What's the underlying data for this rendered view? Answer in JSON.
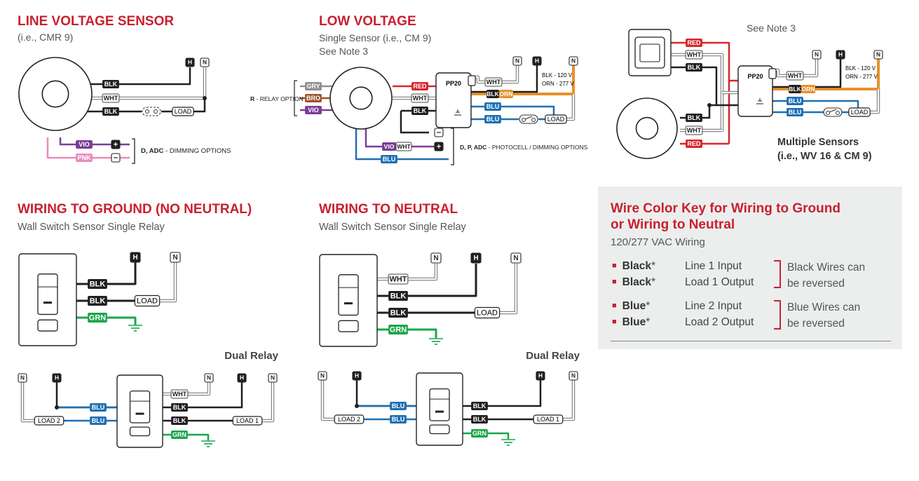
{
  "sections": {
    "line_voltage": {
      "title": "LINE VOLTAGE SENSOR",
      "subtitle": "(i.e., CMR 9)"
    },
    "low_voltage": {
      "title": "LOW VOLTAGE",
      "subtitle1": "Single Sensor (i.e., CM 9)",
      "subtitle2": "See Note 3"
    },
    "multiple": {
      "note": "See Note 3",
      "label1": "Multiple Sensors",
      "label2": "(i.e., WV 16 & CM 9)"
    },
    "ground": {
      "title": "WIRING TO GROUND (NO NEUTRAL)",
      "subtitle": "Wall Switch Sensor Single Relay",
      "dual": "Dual Relay"
    },
    "neutral": {
      "title": "WIRING TO NEUTRAL",
      "subtitle": "Wall Switch Sensor Single Relay",
      "dual": "Dual Relay"
    }
  },
  "labels": {
    "blk": "BLK",
    "wht": "WHT",
    "red": "RED",
    "blu": "BLU",
    "grn": "GRN",
    "vio": "VIO",
    "pnk": "PNK",
    "gry": "GRY",
    "bro": "BRO",
    "orn": "ORN",
    "load": "LOAD",
    "load1": "LOAD 1",
    "load2": "LOAD 2",
    "h": "H",
    "n": "N",
    "pp20": "PP20",
    "plus": "+",
    "minus": "−",
    "dimming_bold": "D, ADC",
    "dimming_rest": " - DIMMING OPTIONS",
    "photocell_bold": "D, P, ADC",
    "photocell_rest": " - PHOTOCELL / DIMMING OPTIONS",
    "relay_bold": "R",
    "relay_rest": " - RELAY OPTION",
    "blk120": "BLK - 120 V",
    "orn277": "ORN - 277 V"
  },
  "key": {
    "title_line1": "Wire Color Key for Wiring to Ground",
    "title_line2": "or Wiring to Neutral",
    "subtitle": "120/277 VAC Wiring",
    "groups": [
      {
        "rows": [
          {
            "color": "Black",
            "mark": "*",
            "desc": "Line 1 Input"
          },
          {
            "color": "Black",
            "mark": "*",
            "desc": "Load 1 Output"
          }
        ],
        "note_line1": "Black Wires can",
        "note_line2": "be reversed"
      },
      {
        "rows": [
          {
            "color": "Blue",
            "mark": "*",
            "desc": "Line 2 Input"
          },
          {
            "color": "Blue",
            "mark": "*",
            "desc": "Load 2 Output"
          }
        ],
        "note_line1": "Blue Wires can",
        "note_line2": "be reversed"
      }
    ]
  },
  "colors": {
    "title_red": "#c8202f",
    "blk": "#231f20",
    "wht": "#9b9b9b",
    "red": "#d7262d",
    "blu": "#1f6fb2",
    "grn": "#1aa64a",
    "vio": "#7a3d96",
    "pnk": "#e98bbd",
    "gry": "#8f8f8f",
    "bro": "#a0522d",
    "orn": "#e8902a"
  }
}
